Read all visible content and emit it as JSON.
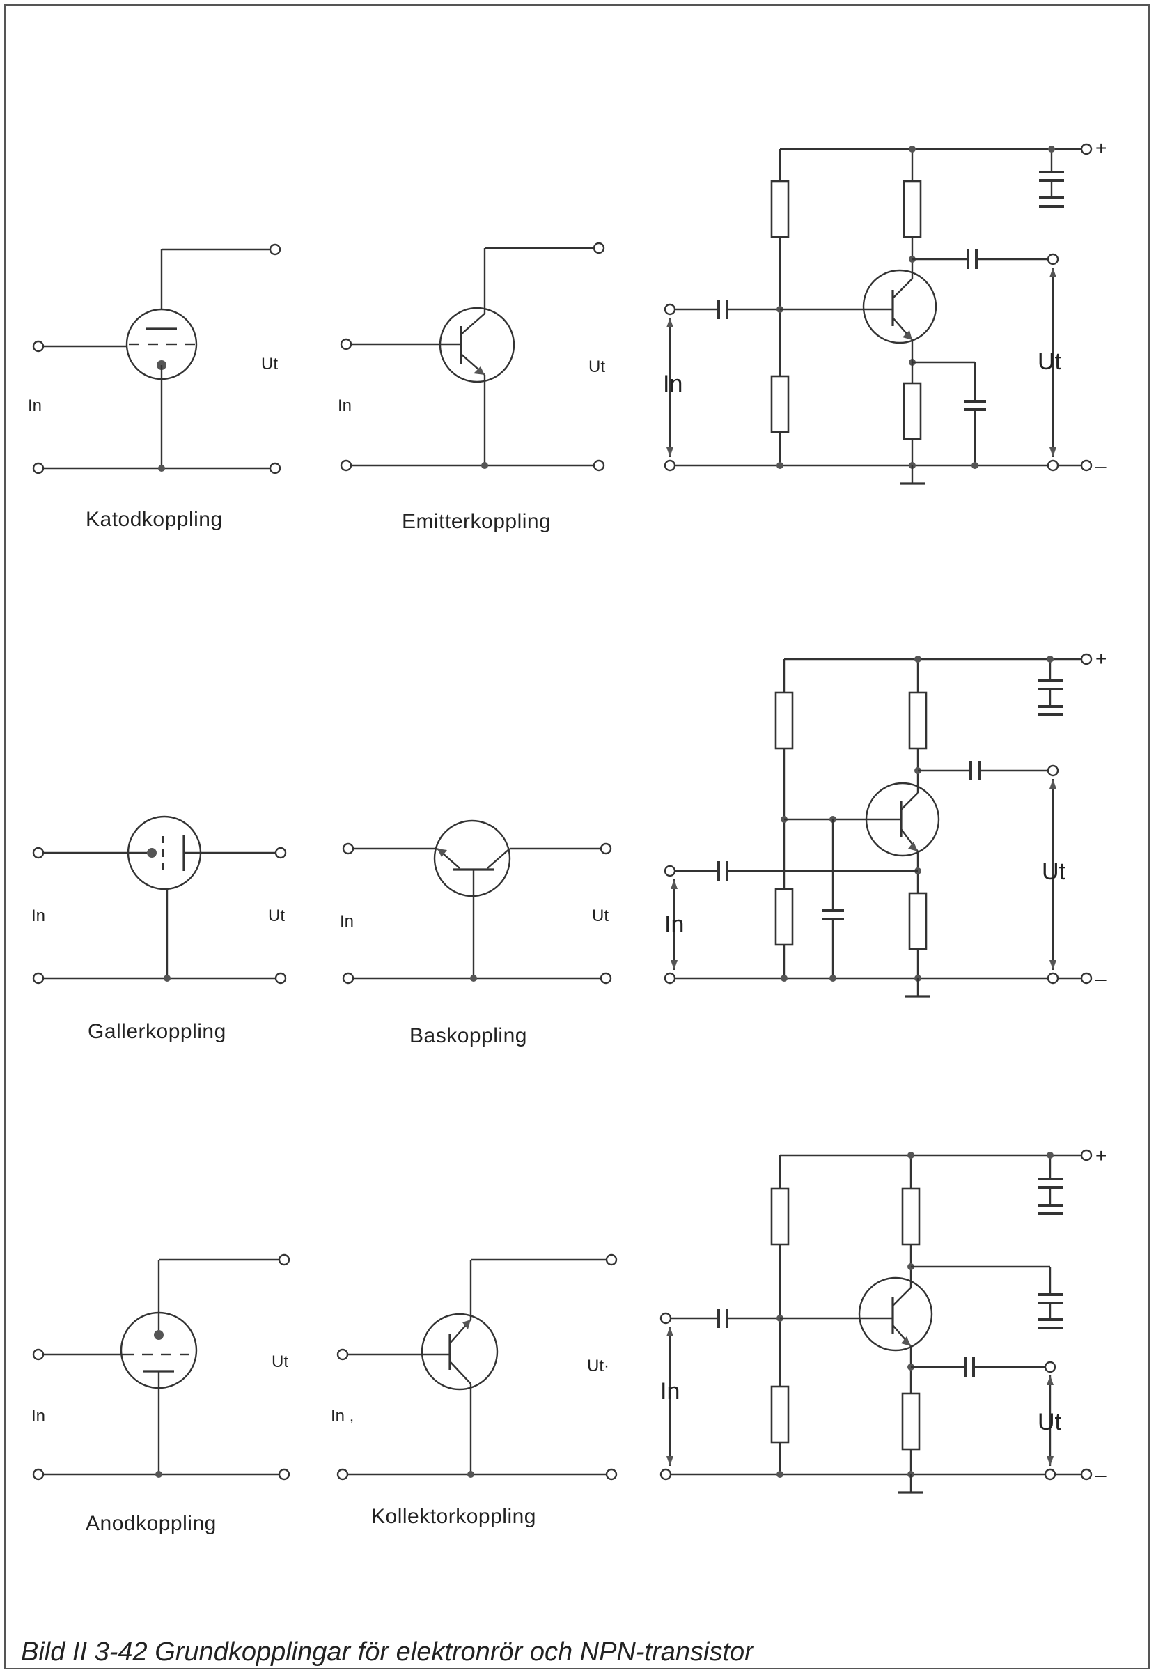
{
  "figure": {
    "caption": "Bild II 3-42  Grundkopplingar för elektronrör och NPN-transistor"
  },
  "labels": {
    "in": "In",
    "in_variant": "In ,",
    "ut": "Ut",
    "ut_variant": "Ut·",
    "plus": "+",
    "minus": "–"
  },
  "rows": [
    {
      "tube_caption": "Katodkoppling",
      "transistor_caption": "Emitterkoppling"
    },
    {
      "tube_caption": "Gallerkoppling",
      "transistor_caption": "Baskoppling"
    },
    {
      "tube_caption": "Anodkoppling",
      "transistor_caption": "Kollektorkoppling"
    }
  ]
}
